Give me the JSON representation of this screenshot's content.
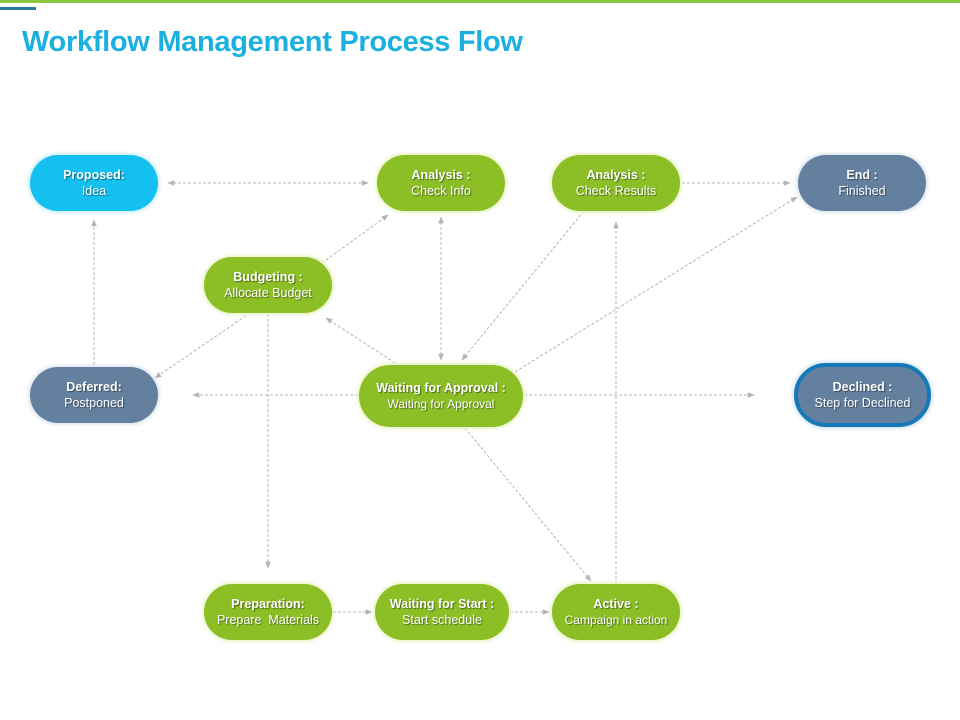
{
  "title": "Workflow Management Process Flow",
  "colors": {
    "accent_green": "#8cbf26",
    "accent_cyan": "#13c0f0",
    "slate": "#64809f",
    "declined_border": "#1678b8",
    "title": "#1ab0e0",
    "connector": "#b4b4b4"
  },
  "nodes": {
    "proposed": {
      "title": "Proposed:",
      "subtitle": "Idea"
    },
    "analysis_info": {
      "title": "Analysis :",
      "subtitle": "Check Info"
    },
    "analysis_results": {
      "title": "Analysis :",
      "subtitle": "Check Results"
    },
    "end": {
      "title": "End :",
      "subtitle": "Finished"
    },
    "budgeting": {
      "title": "Budgeting :",
      "subtitle": "Allocate Budget"
    },
    "deferred": {
      "title": "Deferred:",
      "subtitle": "Postponed"
    },
    "waiting_approval": {
      "title": "Waiting for Approval :",
      "subtitle": "Waiting for Approval"
    },
    "declined": {
      "title": "Declined :",
      "subtitle": "Step for Declined"
    },
    "preparation": {
      "title": "Preparation:",
      "subtitle": "Prepare  Materials"
    },
    "waiting_start": {
      "title": "Waiting for Start :",
      "subtitle": "Start schedule"
    },
    "active": {
      "title": "Active :",
      "subtitle": "Campaign in action"
    }
  },
  "connectors": [
    {
      "from": "proposed",
      "to": "analysis_info",
      "bidirectional": true
    },
    {
      "from": "analysis_results",
      "to": "end",
      "bidirectional": false
    },
    {
      "from": "budgeting",
      "to": "analysis_info",
      "bidirectional": false
    },
    {
      "from": "analysis_info",
      "to": "waiting_approval",
      "bidirectional": true
    },
    {
      "from": "analysis_results",
      "to": "waiting_approval",
      "bidirectional": false
    },
    {
      "from": "active",
      "to": "analysis_results",
      "bidirectional": false
    },
    {
      "from": "waiting_approval",
      "to": "end",
      "bidirectional": false
    },
    {
      "from": "deferred",
      "to": "proposed",
      "bidirectional": false
    },
    {
      "from": "budgeting",
      "to": "deferred",
      "bidirectional": false
    },
    {
      "from": "waiting_approval",
      "to": "budgeting",
      "bidirectional": false
    },
    {
      "from": "waiting_approval",
      "to": "deferred",
      "bidirectional": false
    },
    {
      "from": "waiting_approval",
      "to": "declined",
      "bidirectional": false
    },
    {
      "from": "budgeting",
      "to": "preparation",
      "bidirectional": false
    },
    {
      "from": "waiting_approval",
      "to": "active",
      "bidirectional": false
    },
    {
      "from": "preparation",
      "to": "waiting_start",
      "bidirectional": false
    },
    {
      "from": "waiting_start",
      "to": "active",
      "bidirectional": false
    }
  ]
}
